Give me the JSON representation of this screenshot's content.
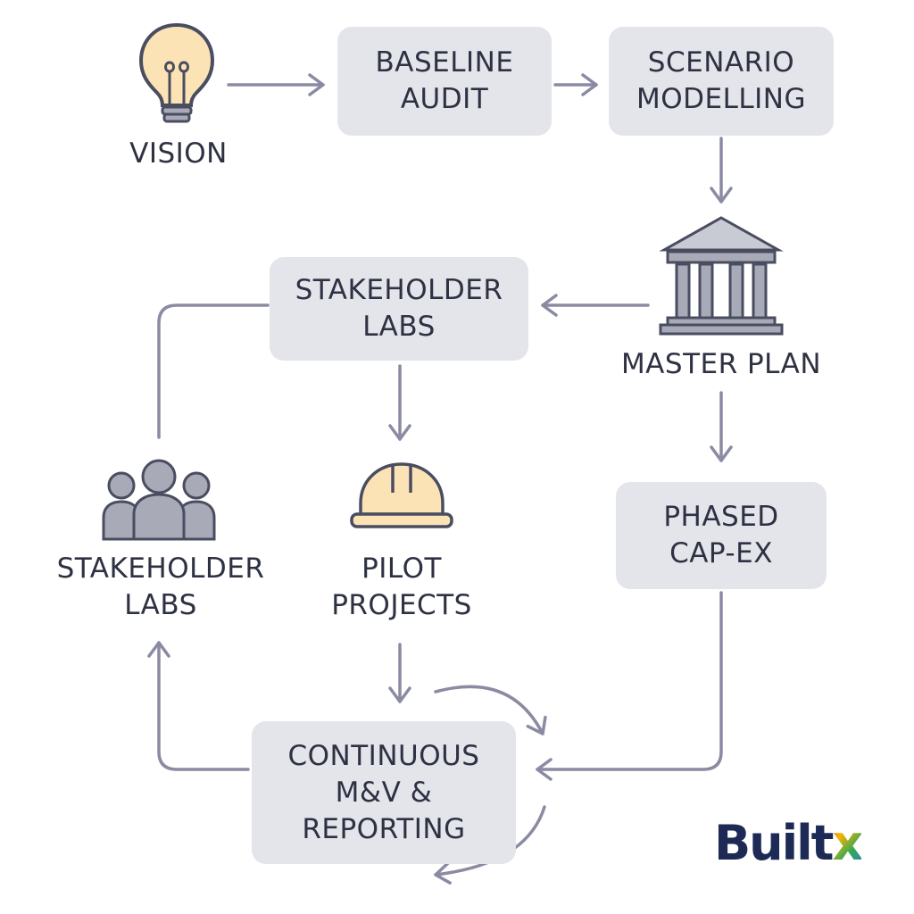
{
  "nodes": {
    "vision": {
      "label": "VISION"
    },
    "baseline_audit": {
      "line1": "BASELINE",
      "line2": "AUDIT"
    },
    "scenario_modelling": {
      "line1": "SCENARIO",
      "line2": "MODELLING"
    },
    "master_plan": {
      "label": "MASTER PLAN"
    },
    "stakeholder_labs_box": {
      "line1": "STAKEHOLDER",
      "line2": "LABS"
    },
    "stakeholder_labs_icon": {
      "line1": "STAKEHOLDER",
      "line2": "LABS"
    },
    "pilot_projects": {
      "line1": "PILOT",
      "line2": "PROJECTS"
    },
    "phased_capex": {
      "line1": "PHASED",
      "line2": "CAP-EX"
    },
    "continuous_mv": {
      "line1": "CONTINUOUS",
      "line2": "M&V &",
      "line3": "REPORTING"
    }
  },
  "icons": {
    "vision": "lightbulb-icon",
    "master_plan": "building-icon",
    "stakeholder_labs": "people-group-icon",
    "pilot_projects": "hard-hat-icon"
  },
  "logo": {
    "text_main": "Built",
    "text_accent": "x"
  },
  "colors": {
    "box_fill": "#e4e5eb",
    "arrow": "#8a8ba3",
    "text": "#2d3142",
    "icon_gray": "#a8aab8",
    "icon_cream": "#fbe3b6",
    "logo_navy": "#1d2a55"
  }
}
